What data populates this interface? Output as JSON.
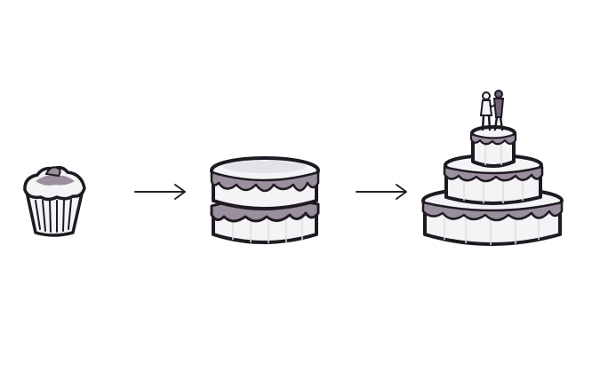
{
  "illustration": {
    "stages": [
      "cupcake",
      "two-layer-cake",
      "three-tier-wedding-cake"
    ],
    "icons": [
      "cupcake-icon",
      "arrow-right-icon",
      "layer-cake-icon",
      "arrow-right-icon",
      "wedding-cake-icon"
    ],
    "colors": {
      "outline": "#1f1a22",
      "icing": "#9a8f9d",
      "icing_dark": "#6e6472",
      "cake_body": "#f4f3f5",
      "cake_shadow": "#dedce2",
      "arrow": "#222222",
      "background": "#ffffff"
    }
  }
}
